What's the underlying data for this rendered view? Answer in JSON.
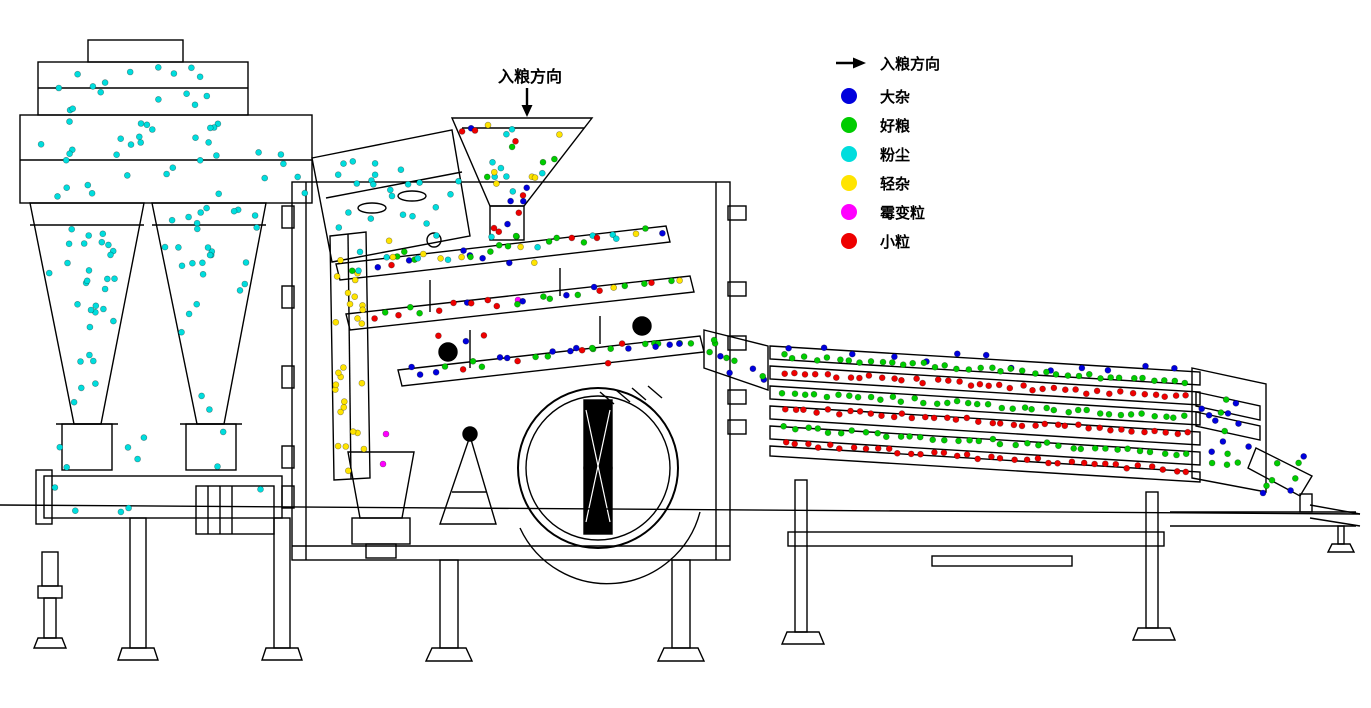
{
  "inlet_annotation": {
    "label": "入粮方向"
  },
  "legend": {
    "flow_item": {
      "label": "入粮方向"
    },
    "items": [
      {
        "id": "big_impurity",
        "label": "大杂",
        "color": "#0000dd"
      },
      {
        "id": "good_grain",
        "label": "好粮",
        "color": "#00cc00"
      },
      {
        "id": "dust",
        "label": "粉尘",
        "color": "#00dddd"
      },
      {
        "id": "light_impurity",
        "label": "轻杂",
        "color": "#ffe400"
      },
      {
        "id": "moldy_grain",
        "label": "霉变粒",
        "color": "#ff00ff"
      },
      {
        "id": "small_grain",
        "label": "小粒",
        "color": "#ee0000"
      }
    ]
  }
}
